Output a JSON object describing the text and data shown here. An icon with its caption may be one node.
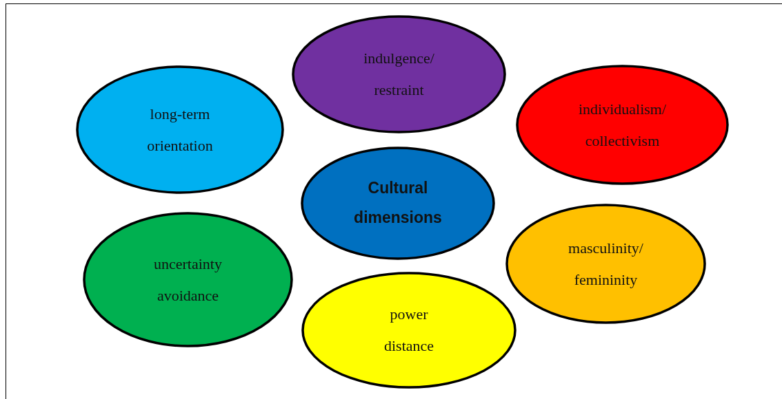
{
  "diagram": {
    "nodes": [
      {
        "text": [
          "indulgence/ restraint"
        ]
      },
      {
        "text": [
          "long-term orientation"
        ]
      },
      {
        "text": [
          "individualism/ collectivism"
        ]
      },
      {
        "text": [
          "Cultural dimensions"
        ]
      },
      {
        "text": [
          "uncertainty avoidance"
        ]
      },
      {
        "text": [
          "masculinity/ femininity"
        ]
      },
      {
        "text": [
          "power distance"
        ]
      }
    ]
  }
}
